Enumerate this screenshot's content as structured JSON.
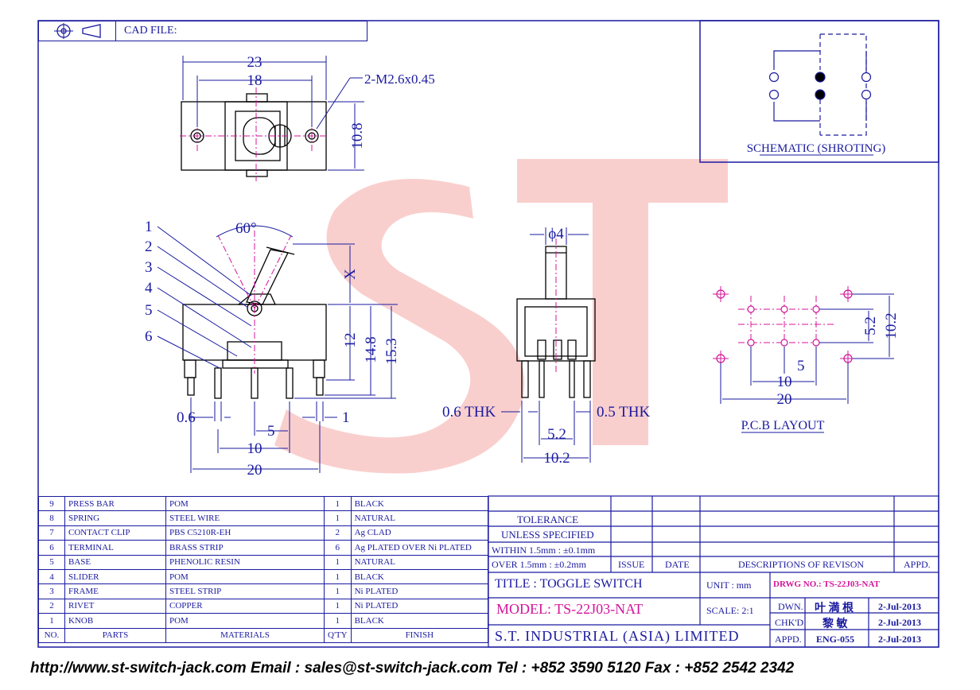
{
  "header": {
    "cad_label": "CAD FILE:"
  },
  "schematic": {
    "label": "SCHEMATIC (SHROTING)"
  },
  "pcb": {
    "label": "P.C.B LAYOUT",
    "dims": [
      "5.2",
      "10.2",
      "10",
      "5",
      "20"
    ]
  },
  "top_view": {
    "dims": [
      "23",
      "18",
      "10.8"
    ],
    "thread": "2-M2.6x0.45"
  },
  "side_view": {
    "angle": "60°",
    "x_label": "X",
    "callouts": [
      "1",
      "2",
      "3",
      "4",
      "5",
      "6"
    ],
    "dims": [
      "12",
      "14.8",
      "15.3",
      "0.6",
      "1",
      "5",
      "10",
      "20"
    ]
  },
  "front_view": {
    "dims": [
      "ϕ4",
      "0.6 THK",
      "0.5 THK",
      "5.2",
      "10.2"
    ]
  },
  "watermark": "ST",
  "bom": {
    "rows": [
      {
        "no": "9",
        "part": "PRESS BAR",
        "material": "POM",
        "qty": "1",
        "finish": "BLACK"
      },
      {
        "no": "8",
        "part": "SPRING",
        "material": "STEEL WIRE",
        "qty": "1",
        "finish": "NATURAL"
      },
      {
        "no": "7",
        "part": "CONTACT CLIP",
        "material": "PBS C5210R-EH",
        "qty": "2",
        "finish": "Ag CLAD"
      },
      {
        "no": "6",
        "part": "TERMINAL",
        "material": "BRASS STRIP",
        "qty": "6",
        "finish": "Ag PLATED OVER Ni PLATED"
      },
      {
        "no": "5",
        "part": "BASE",
        "material": "PHENOLIC RESIN",
        "qty": "1",
        "finish": "NATURAL"
      },
      {
        "no": "4",
        "part": "SLIDER",
        "material": "POM",
        "qty": "1",
        "finish": "BLACK"
      },
      {
        "no": "3",
        "part": "FRAME",
        "material": "STEEL STRIP",
        "qty": "1",
        "finish": "Ni PLATED"
      },
      {
        "no": "2",
        "part": "RIVET",
        "material": "COPPER",
        "qty": "1",
        "finish": "Ni PLATED"
      },
      {
        "no": "1",
        "part": "KNOB",
        "material": "POM",
        "qty": "1",
        "finish": "BLACK"
      }
    ],
    "headers": {
      "no": "NO.",
      "part": "PARTS",
      "material": "MATERIALS",
      "qty": "Q'TY",
      "finish": "FINISH"
    }
  },
  "title_block": {
    "tolerance_1": "TOLERANCE",
    "tolerance_2": "UNLESS   SPECIFIED",
    "within": "WITHIN  1.5mm : ±0.1mm",
    "over": "OVER    1.5mm : ±0.2mm",
    "issue": "ISSUE",
    "date": "DATE",
    "descriptions": "DESCRIPTIONS OF REVISON",
    "appd_col": "APPD.",
    "title": "TITLE : TOGGLE SWITCH",
    "unit": "UNIT :   mm",
    "drwg": "DRWG NO.: TS-22J03-NAT",
    "model": "MODEL: TS-22J03-NAT",
    "scale": "SCALE:  2:1",
    "dwn_label": "DWN.",
    "dwn_name": "叶 満 根",
    "dwn_date": "2-Jul-2013",
    "chk_label": "CHK'D",
    "chk_name": "黎 敏",
    "chk_date": "2-Jul-2013",
    "company": "S.T. INDUSTRIAL (ASIA) LIMITED",
    "appd_label": "APPD.",
    "appd_name": "ENG-055",
    "appd_date": "2-Jul-2013",
    "colors": {
      "ink": "#1a1aa0",
      "magenta": "#d4149a",
      "watermark": "#f4b8b4"
    }
  },
  "footer": "http://www.st-switch-jack.com  Email : sales@st-switch-jack.com  Tel : +852 3590 5120  Fax : +852 2542 2342"
}
